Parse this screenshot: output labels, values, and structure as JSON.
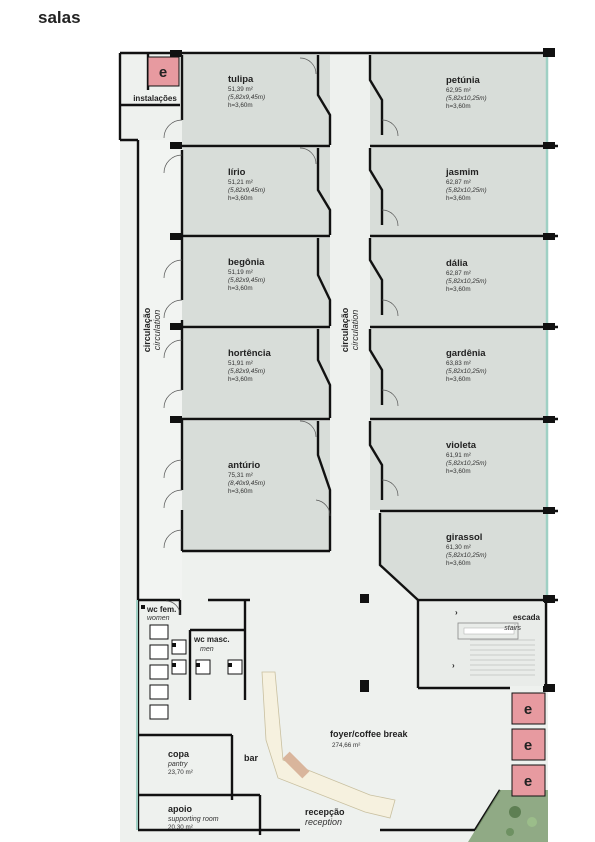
{
  "page_title": "salas",
  "rooms_left": [
    {
      "name": "tulipa",
      "area": "51,39 m²",
      "dims": "(5,82x9,45m)",
      "height": "h=3,60m"
    },
    {
      "name": "lírio",
      "area": "51,21 m²",
      "dims": "(5,82x9,45m)",
      "height": "h=3,60m"
    },
    {
      "name": "begônia",
      "area": "51,19 m²",
      "dims": "(5,82x9,45m)",
      "height": "h=3,60m"
    },
    {
      "name": "hortência",
      "area": "51,91 m²",
      "dims": "(5,82x9,45m)",
      "height": "h=3,60m"
    },
    {
      "name": "antúrio",
      "area": "75,31 m²",
      "dims": "(8,40x9,45m)",
      "height": "h=3,60m"
    }
  ],
  "rooms_right": [
    {
      "name": "petúnia",
      "area": "62,95 m²",
      "dims": "(5,82x10,25m)",
      "height": "h=3,60m"
    },
    {
      "name": "jasmim",
      "area": "62,87 m²",
      "dims": "(5,82x10,25m)",
      "height": "h=3,60m"
    },
    {
      "name": "dália",
      "area": "62,87 m²",
      "dims": "(5,82x10,25m)",
      "height": "h=3,60m"
    },
    {
      "name": "gardênia",
      "area": "63,83 m²",
      "dims": "(5,82x10,25m)",
      "height": "h=3,60m"
    },
    {
      "name": "violeta",
      "area": "61,91 m²",
      "dims": "(5,82x10,25m)",
      "height": "h=3,60m"
    },
    {
      "name": "girassol",
      "area": "61,30 m²",
      "dims": "(5,82x10,25m)",
      "height": "h=3,60m"
    }
  ],
  "circulation": {
    "pt": "circulação",
    "en": "circulation"
  },
  "installations": {
    "label": "instalações",
    "e": "e"
  },
  "elevators": [
    "e",
    "e",
    "e"
  ],
  "stairs": {
    "pt": "escada",
    "en": "stairs",
    "arrow": "›"
  },
  "foyer": {
    "label": "foyer/coffee break",
    "area": "274,66 m²"
  },
  "wc_fem": {
    "pt": "wc fem.",
    "en": "women"
  },
  "wc_masc": {
    "pt": "wc masc.",
    "en": "men"
  },
  "copa": {
    "pt": "copa",
    "en": "pantry",
    "area": "23,70 m²"
  },
  "apoio": {
    "pt": "apoio",
    "en": "supporting room",
    "area": "20,30 m²"
  },
  "bar": "bar",
  "reception": {
    "pt": "recepção",
    "en": "reception"
  },
  "colors": {
    "room": "#d8ddd9",
    "floor": "#eef1ee",
    "wall": "#111111",
    "elevator": "#e79aa0",
    "glass": "#9fd0c4",
    "plant": "#7f9e72"
  }
}
